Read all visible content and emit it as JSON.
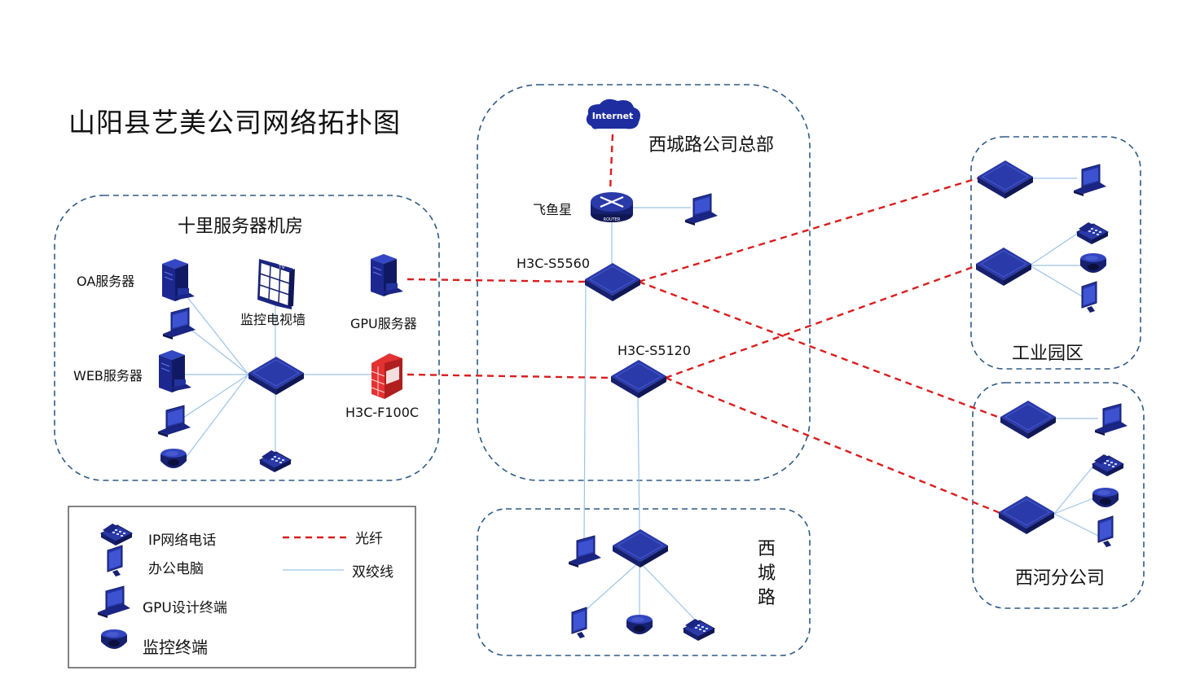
{
  "title": "山阳县艺美公司网络拓扑图",
  "zones": {
    "server_room": "十里服务器机房",
    "hq": "西城路公司总部",
    "industrial": "工业园区",
    "xihe": "西河分公司",
    "xicheng": "西城路"
  },
  "labels": {
    "oa_server": "OA服务器",
    "web_server": "WEB服务器",
    "tv_wall": "监控电视墙",
    "gpu_server": "GPU服务器",
    "firewall": "H3C-F100C",
    "router": "飞鱼星",
    "core_switch": "H3C-S5560",
    "access_switch": "H3C-S5120",
    "internet": "Internet",
    "router_caption": "ROUTER",
    "tv_caption": "TV"
  },
  "legend": {
    "ip_phone": "IP网络电话",
    "office_pc": "办公电脑",
    "gpu_terminal": "GPU设计终端",
    "monitor_terminal": "监控终端",
    "fiber": "光纤",
    "twisted_pair": "双绞线"
  },
  "colors": {
    "device": "#1e2a8c",
    "device_light": "#3b4fd0",
    "fiber": "#d81e1e",
    "twisted_pair": "#9cc4e8",
    "zone_border": "#2f5a86",
    "firewall": "#d42a2a"
  },
  "icons": [
    "server-icon",
    "laptop-icon",
    "switch-icon",
    "router-icon",
    "cloud-icon",
    "firewall-icon",
    "tv-wall-icon",
    "ip-phone-icon",
    "camera-dome-icon",
    "monitor-pc-icon"
  ]
}
